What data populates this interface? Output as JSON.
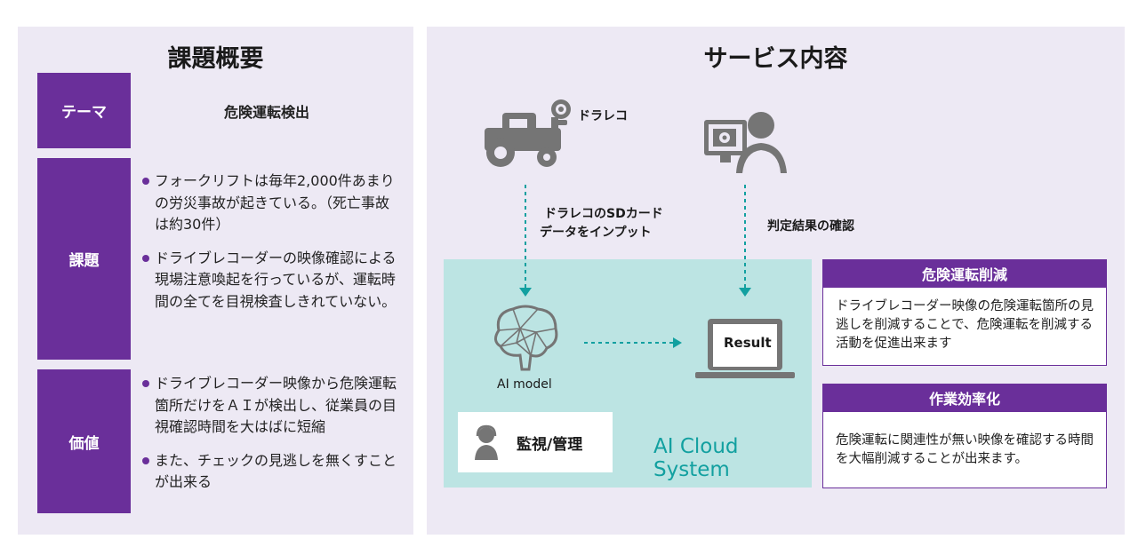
{
  "left": {
    "title": "課題概要",
    "theme_label": "テーマ",
    "theme_value": "危険運転検出",
    "issue_label": "課題",
    "issue_items": [
      "フォークリフトは毎年2,000件あまりの労災事故が起きている。（死亡事故は約30件）",
      "ドライブレコーダーの映像確認による現場注意喚起を行っているが、運転時間の全てを目視検査しきれていない。"
    ],
    "value_label": "価値",
    "value_items": [
      "ドライブレコーダー映像から危険運転箇所だけをＡＩが検出し、従業員の目視確認時間を大はばに短縮",
      "また、チェックの見逃しを無くすことが出来る"
    ]
  },
  "right": {
    "title": "サービス内容",
    "dashcam_label": "ドラレコ",
    "input_line1": "ドラレコのSDカード",
    "input_line2": "データをインプット",
    "confirm_label": "判定結果の確認",
    "ai_model_label": "AI model",
    "result_label": "Result",
    "monitor_label": "監視/管理",
    "cloud_label": "AI Cloud System",
    "card1_title": "危険運転削減",
    "card1_text": "ドライブレコーダー映像の危険運転箇所の見逃しを削減することで、危険運転を削減する活動を促進出来ます",
    "card2_title": "作業効率化",
    "card2_text": "危険運転に関連性が無い映像を確認する時間を大幅削減することが出来ます。"
  },
  "colors": {
    "panel_bg": "#ede9f4",
    "accent_purple": "#6a2f9a",
    "cloud_bg": "#bce4e3",
    "teal": "#12a0a0",
    "icon_gray": "#757575"
  }
}
